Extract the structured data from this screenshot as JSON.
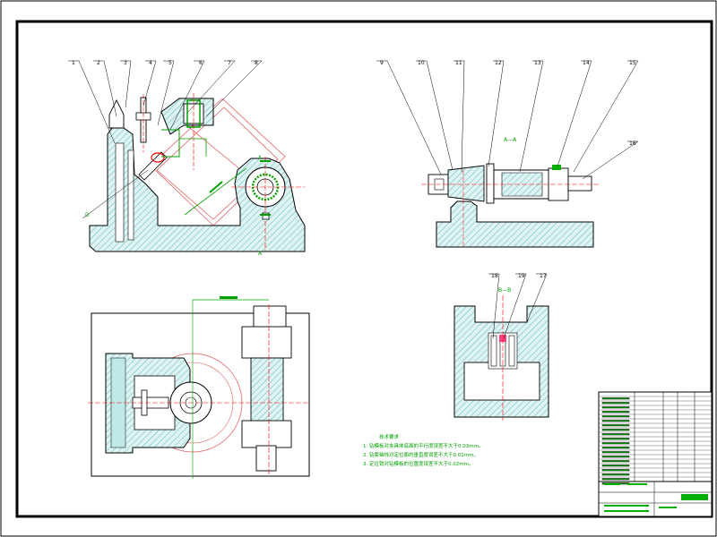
{
  "drawing": {
    "callouts_top_left": [
      "1",
      "2",
      "3",
      "4",
      "5",
      "6",
      "7",
      "8"
    ],
    "callouts_top_right": [
      "9",
      "10",
      "11",
      "12",
      "13",
      "14",
      "15",
      "16"
    ],
    "callouts_section": [
      "18",
      "19",
      "17"
    ],
    "callout_d": "D",
    "section_aa": "A—A",
    "section_bb": "B—B",
    "marker_a": "A",
    "tech_title": "技术要求",
    "tech_notes": [
      "1. 钻模板对夹具体底面的平行度误差不大于0.03mm。",
      "2. 钻套轴线对定位面的垂直度误差不大于0.01mm。",
      "3. 定位销对钻模板的位置度误差不大于0.02mm。"
    ],
    "colors": {
      "outline": "#000000",
      "hatch": "#00a0a0",
      "dim": "#00b000",
      "center": "#ff0000",
      "thin": "#e08080",
      "hatch_fill": "#bfe8e8"
    }
  }
}
